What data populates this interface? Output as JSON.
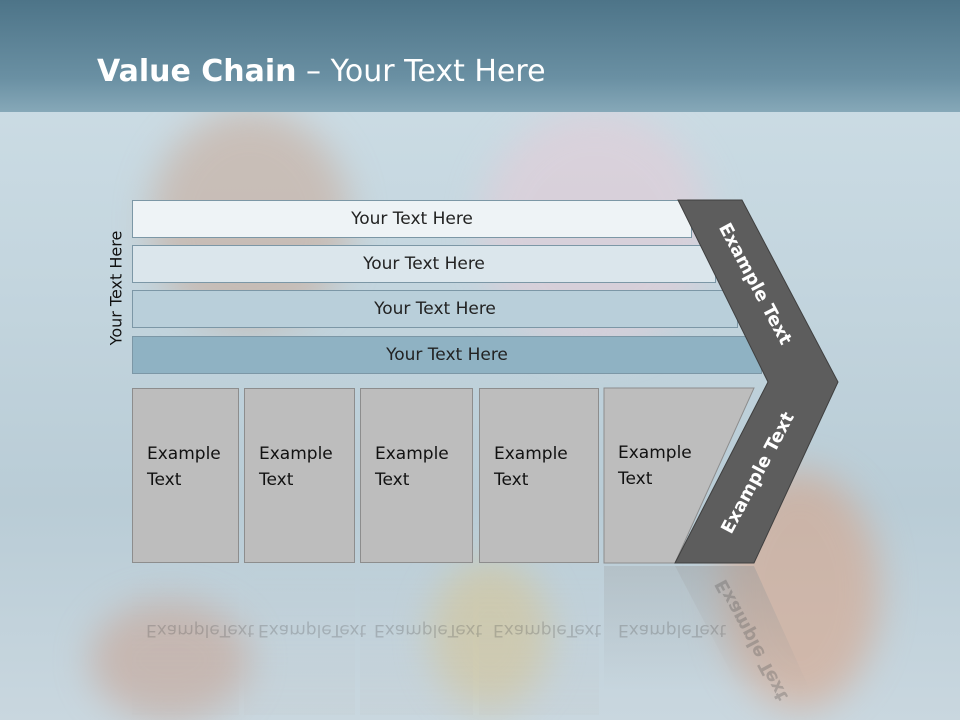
{
  "title": {
    "bold": "Value Chain",
    "rest": " – Your Text Here"
  },
  "side_label": "Your Text Here",
  "bars": [
    {
      "label": "Your Text Here",
      "color": "#eef3f6"
    },
    {
      "label": "Your Text Here",
      "color": "#dbe6ec"
    },
    {
      "label": "Your Text Here",
      "color": "#b9cfda"
    },
    {
      "label": "Your Text Here",
      "color": "#8fb2c3"
    }
  ],
  "boxes": [
    {
      "line1": "Example",
      "line2": "Text"
    },
    {
      "line1": "Example",
      "line2": "Text"
    },
    {
      "line1": "Example",
      "line2": "Text"
    },
    {
      "line1": "Example",
      "line2": "Text"
    },
    {
      "line1": "Example",
      "line2": "Text"
    }
  ],
  "chevron": {
    "upper_label": "Example Text",
    "lower_label": "Example Text",
    "color": "#5d5d5d"
  }
}
